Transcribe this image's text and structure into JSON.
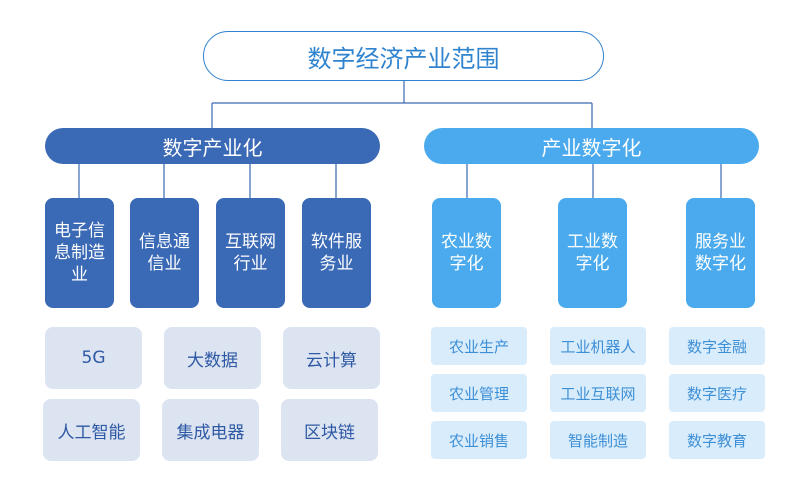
{
  "title": "数字经济产业范围",
  "left": {
    "label": "数字产业化",
    "subs": [
      "电子信息制造业",
      "信息通信业",
      "互联网行业",
      "软件服务业"
    ],
    "leaves": [
      "5G",
      "大数据",
      "云计算",
      "人工智能",
      "集成电器",
      "区块链"
    ]
  },
  "right": {
    "label": "产业数字化",
    "subs": [
      "农业数字化",
      "工业数字化",
      "服务业数字化"
    ],
    "leaves": [
      [
        "农业生产",
        "农业管理",
        "农业销售"
      ],
      [
        "工业机器人",
        "工业互联网",
        "智能制造"
      ],
      [
        "数字金融",
        "数字医疗",
        "数字教育"
      ]
    ]
  },
  "colors": {
    "dark_blue": "#3a69b5",
    "light_blue": "#4aaaed",
    "title_blue": "#2f83cf"
  }
}
